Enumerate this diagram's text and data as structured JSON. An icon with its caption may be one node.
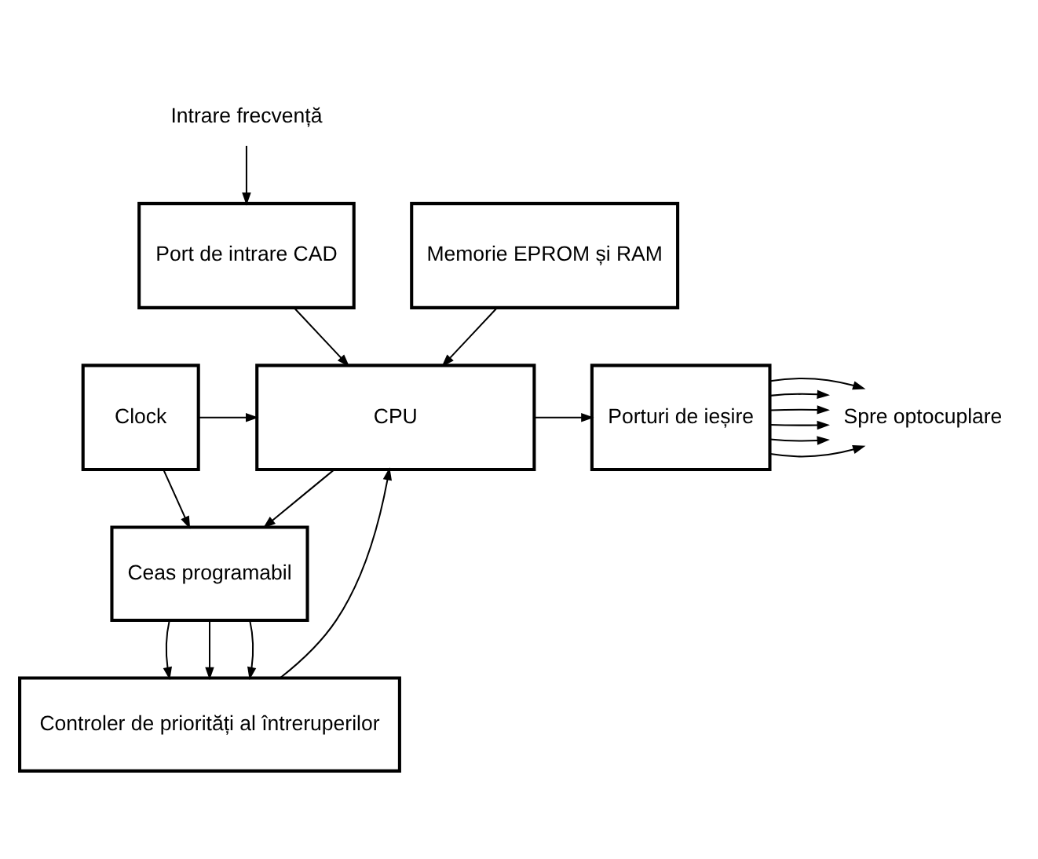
{
  "diagram": {
    "nodes": [
      {
        "text": [
          "Intrare frecvență"
        ]
      },
      {
        "text": [
          "Port de intrare CAD"
        ]
      },
      {
        "text": [
          "Memorie EPROM și RAM"
        ]
      },
      {
        "text": [
          "Clock"
        ]
      },
      {
        "text": [
          "CPU"
        ]
      },
      {
        "text": [
          "Porturi de ieșire"
        ]
      },
      {
        "text": [
          "Spre optocuplare"
        ]
      },
      {
        "text": [
          "Controler de priorități al întreruperilor"
        ]
      },
      {
        "text": [
          "Ceas programabil"
        ]
      }
    ],
    "edges": [
      {
        "from": 0,
        "to": 1,
        "arrow": "to"
      },
      {
        "from": 1,
        "to": 4,
        "arrow": "to"
      },
      {
        "from": 2,
        "to": 4,
        "arrow": "to"
      },
      {
        "from": 3,
        "to": 4,
        "arrow": "to"
      },
      {
        "from": 3,
        "to": 8,
        "arrow": "to"
      },
      {
        "from": 4,
        "to": 5,
        "arrow": "to"
      },
      {
        "from": 7,
        "to": 4,
        "arrow": "to"
      },
      {
        "from": 4,
        "to": 8,
        "arrow": "to"
      },
      {
        "from": 8,
        "to": 7,
        "arrow": "to"
      },
      {
        "from": 8,
        "to": 7,
        "arrow": "to"
      },
      {
        "from": 8,
        "to": 7,
        "arrow": "to"
      },
      {
        "from": 5,
        "to": 6,
        "arrow": "to"
      },
      {
        "from": 5,
        "to": 6,
        "arrow": "to"
      },
      {
        "from": 5,
        "to": 6,
        "arrow": "to"
      },
      {
        "from": 5,
        "to": 6,
        "arrow": "to"
      },
      {
        "from": 5,
        "to": 6,
        "arrow": "to"
      },
      {
        "from": 5,
        "to": 6,
        "arrow": "to"
      }
    ]
  }
}
